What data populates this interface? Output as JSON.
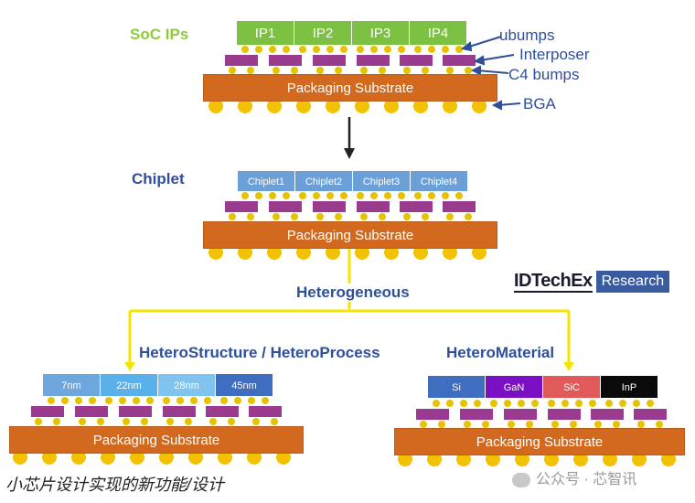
{
  "labels": {
    "soc_ips": "SoC IPs",
    "chiplet": "Chiplet",
    "heterogeneous": "Heterogeneous",
    "hetero_structure": "HeteroStructure / HeteroProcess",
    "hetero_material": "HeteroMaterial",
    "ubumps": "ubumps",
    "interposer": "Interposer",
    "c4_bumps": "C4 bumps",
    "bga": "BGA"
  },
  "ip_blocks": [
    "IP1",
    "IP2",
    "IP3",
    "IP4"
  ],
  "chiplet_blocks": [
    "Chiplet1",
    "Chiplet2",
    "Chiplet3",
    "Chiplet4"
  ],
  "process_blocks": [
    "7nm",
    "22nm",
    "28nm",
    "45nm"
  ],
  "material_blocks": [
    "Si",
    "GaN",
    "SiC",
    "InP"
  ],
  "substrate_label": "Packaging Substrate",
  "logo": {
    "left": "IDTechEx",
    "right": "Research"
  },
  "footer": "小芯片设计实现的新功能/设计",
  "watermark": "公众号 · 芯智讯",
  "colors": {
    "ip_green": "#7cc142",
    "chiplet_blue": "#6a9fd8",
    "substrate_orange": "#d2691e",
    "interposer_purple": "#9b3b8f",
    "bga_yellow": "#f2c200",
    "connector_yellow": "#f5e400",
    "process": [
      "#6ea6de",
      "#59b0ea",
      "#7fc3ee",
      "#3f6dbf"
    ],
    "material": [
      "#3f6dbf",
      "#7a0fc4",
      "#e05a5a",
      "#0a0a0a"
    ]
  }
}
